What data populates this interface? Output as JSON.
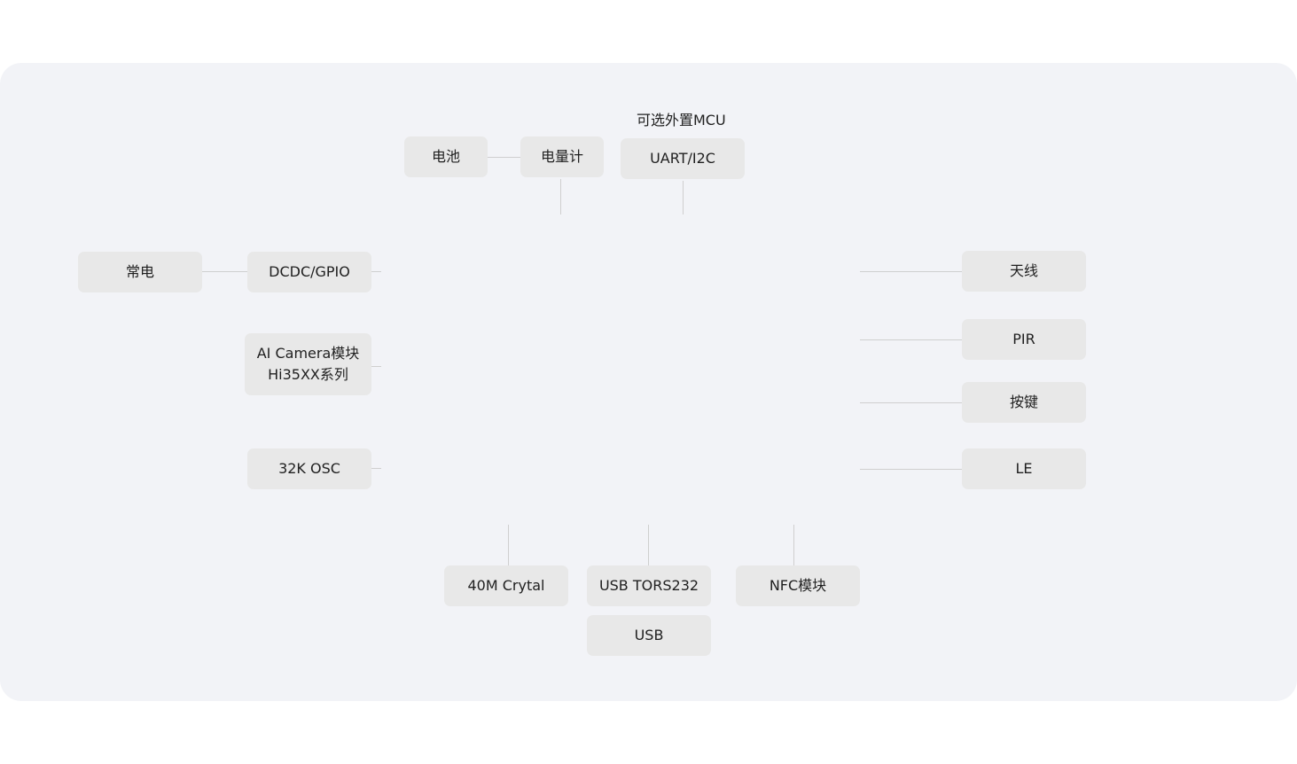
{
  "diagram": {
    "top_label": "可选外置MCU",
    "blocks": {
      "battery": "电池",
      "fuel_gauge": "电量计",
      "uart_i2c": "UART/I2C",
      "always_on_power": "常电",
      "dcdc_gpio": "DCDC/GPIO",
      "ai_camera_line1": "AI Camera模块",
      "ai_camera_line2": "Hi35XX系列",
      "osc_32k": "32K OSC",
      "antenna": "天线",
      "pir": "PIR",
      "button": "按键",
      "le": "LE",
      "crystal_40m": "40M Crytal",
      "usb_to_rs232": "USB TORS232",
      "usb": "USB",
      "nfc_module": "NFC模块"
    }
  }
}
